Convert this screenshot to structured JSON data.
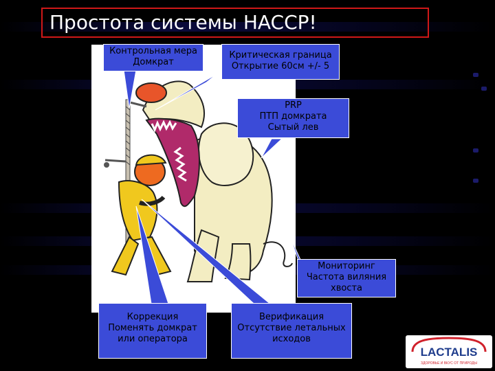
{
  "title": "Простота системы HACCP!",
  "labels": {
    "control": [
      "Контрольная мера",
      "Домкрат"
    ],
    "critical": [
      "Критическая граница",
      "Открытие 60см +/- 5"
    ],
    "prp": [
      "PRP",
      "ПТП домкрата",
      "Сытый лев"
    ],
    "monitoring": [
      "Мониторинг",
      "Частота виляния",
      "хвоста"
    ],
    "correction": [
      "Коррекция",
      "Поменять домкрат",
      "или оператора"
    ],
    "verification": [
      "Верификация",
      "Отсутствие летальных",
      "исходов"
    ]
  },
  "logo": {
    "name": "LACTALIS",
    "tagline": "ЗДОРОВЬЕ И ВКУС ОТ ПРИРОДЫ"
  },
  "colors": {
    "label_fill": "#3b4bd8",
    "title_border": "#d01818",
    "logo_red": "#d0202a",
    "logo_blue": "#1e3c8c"
  }
}
